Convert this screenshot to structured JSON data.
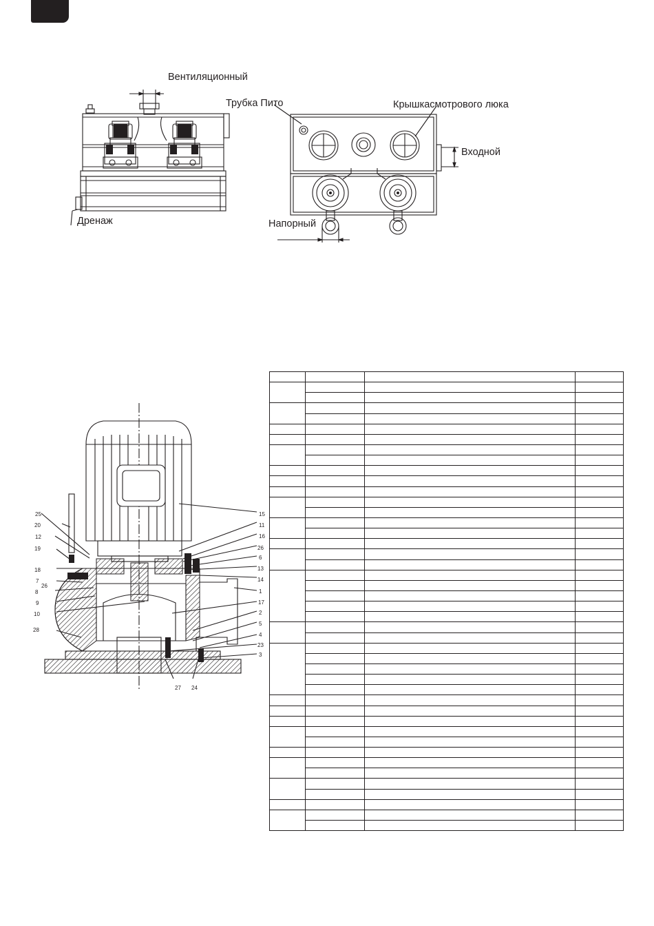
{
  "labels": {
    "vent": "Вентиляционный",
    "pitot": "Трубка Пито",
    "hatch": "Крышкасмотрового люка",
    "inlet": "Входной",
    "drain": "Дренаж",
    "pressure": "Напорный"
  },
  "section_callouts": [
    "25",
    "20",
    "12",
    "19",
    "18",
    "7",
    "26",
    "8",
    "9",
    "10",
    "28",
    "15",
    "11",
    "16",
    "26",
    "6",
    "13",
    "14",
    "1",
    "17",
    "2",
    "5",
    "4",
    "23",
    "3",
    "27",
    "24"
  ],
  "table": {
    "columns": [
      "",
      "",
      "",
      ""
    ],
    "row_groups": [
      2,
      2,
      1,
      1,
      2,
      1,
      1,
      1,
      2,
      2,
      1,
      2,
      5,
      2,
      5,
      1,
      1,
      1,
      2,
      1,
      2,
      2,
      1,
      2
    ]
  },
  "colors": {
    "ink": "#231f20",
    "page": "#ffffff",
    "hatching": "#231f20"
  }
}
